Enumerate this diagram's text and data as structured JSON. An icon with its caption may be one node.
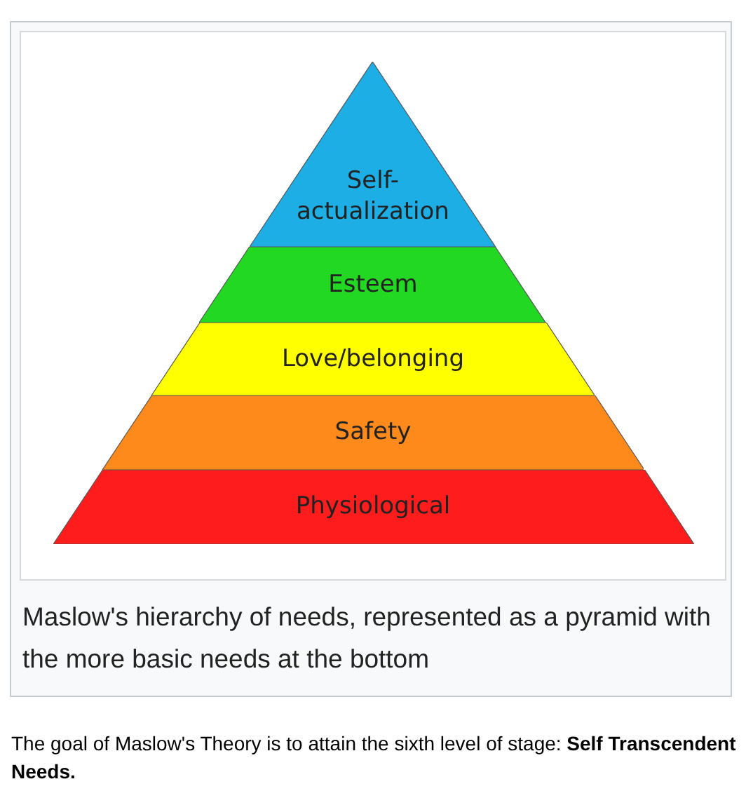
{
  "diagram": {
    "caption": "Maslow's hierarchy of needs, represented as a pyramid with the more basic needs at the bottom",
    "nodes": [
      {
        "text": [
          "Self-actualization"
        ]
      },
      {
        "text": [
          "Esteem"
        ]
      },
      {
        "text": [
          "Love/belonging"
        ]
      },
      {
        "text": [
          "Safety"
        ]
      },
      {
        "text": [
          "Physiological"
        ]
      }
    ],
    "labels": [
      "The goal of Maslow's Theory is to attain the sixth level of stage: **Self Transcendent Needs.**"
    ]
  }
}
